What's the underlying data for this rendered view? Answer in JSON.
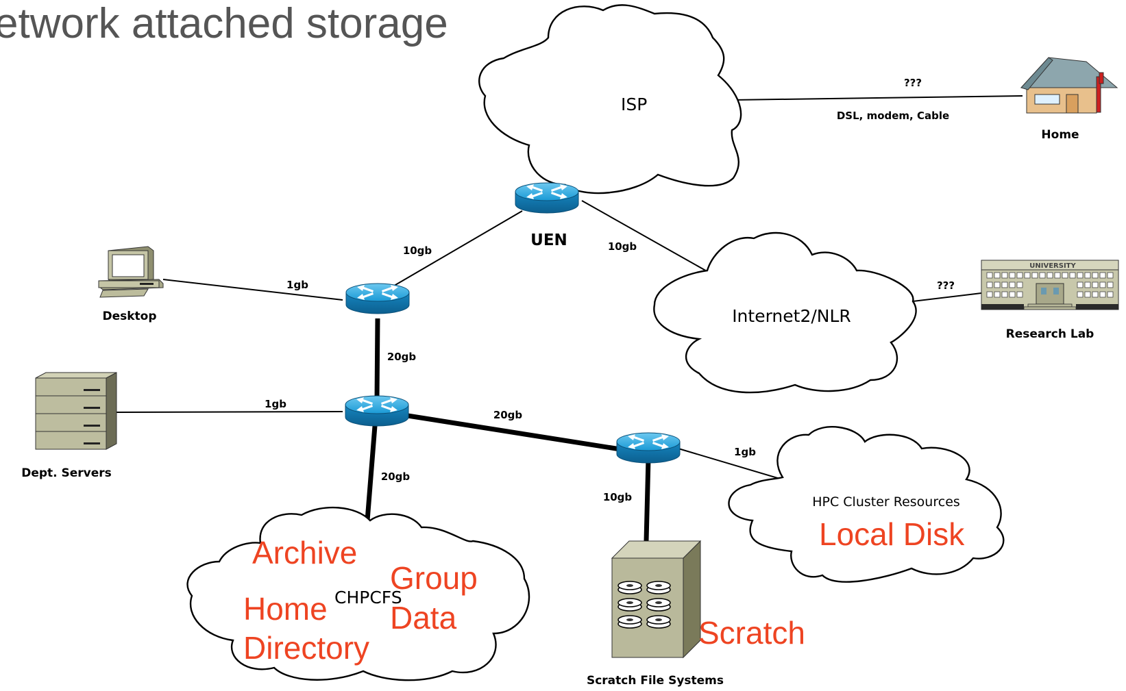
{
  "title": "etwork attached storage",
  "clouds": {
    "isp": "ISP",
    "internet2": "Internet2/NLR",
    "hpc": "HPC Cluster Resources",
    "chpcfs": "CHPCFS"
  },
  "nodes": {
    "uen": "UEN",
    "desktop": "Desktop",
    "dept_servers": "Dept. Servers",
    "home": "Home",
    "research_lab": "Research Lab",
    "scratch_fs": "Scratch File Systems",
    "university_sign": "UNIVERSITY"
  },
  "links": {
    "isp_home": "???",
    "isp_home_type": "DSL, modem, Cable",
    "internet2_lab": "???",
    "uen_left": "10gb",
    "uen_right": "10gb",
    "desktop": "1gb",
    "router_core": "20gb",
    "servers": "1gb",
    "core_scratch": "20gb",
    "core_chpcfs": "20gb",
    "scratch_router_hpc": "1gb",
    "scratch_router_fs": "10gb"
  },
  "storage": {
    "archive": "Archive",
    "group": "Group",
    "data": "Data",
    "home": "Home",
    "directory": "Directory",
    "scratch": "Scratch",
    "local_disk": "Local Disk"
  },
  "colors": {
    "router": "#1a9ad6",
    "accent_red": "#ee4422",
    "title_gray": "#555555"
  },
  "icons": [
    "router-icon",
    "desktop-computer-icon",
    "server-rack-icon",
    "house-icon",
    "university-building-icon",
    "disk-array-icon"
  ]
}
